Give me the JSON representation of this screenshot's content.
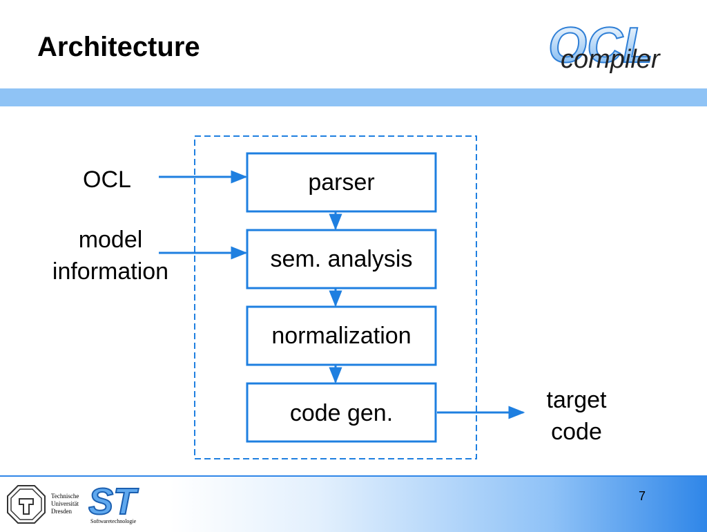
{
  "slide": {
    "title": "Architecture",
    "page_number": "7"
  },
  "logo": {
    "big": "OCL",
    "sub": "compiler"
  },
  "diagram": {
    "boxes": [
      "parser",
      "sem. analysis",
      "normalization",
      "code gen."
    ],
    "inputs": {
      "ocl": "OCL",
      "model_line1": "model",
      "model_line2": "information"
    },
    "output": {
      "line1": "target",
      "line2": "code"
    }
  },
  "footer": {
    "tud_line1": "Technische",
    "tud_line2": "Universität",
    "tud_line3": "Dresden",
    "st_logo": "ST",
    "st_sub": "Softwaretechnologie"
  },
  "colors": {
    "accent": "#1e7fe0",
    "banner": "#8fc3f5",
    "text": "#000000"
  }
}
